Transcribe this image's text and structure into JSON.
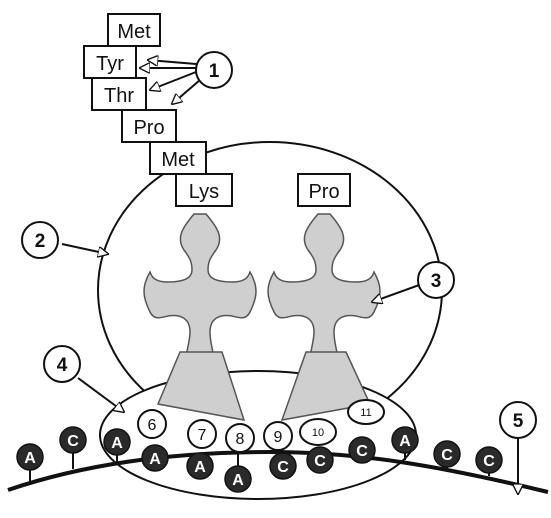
{
  "amino_acids": {
    "chain": [
      "Met",
      "Tyr",
      "Thr",
      "Pro",
      "Met",
      "Lys"
    ],
    "trna_right": "Pro"
  },
  "callouts": [
    "1",
    "2",
    "3",
    "4",
    "5"
  ],
  "codon_numbers": [
    "6",
    "7",
    "8",
    "9",
    "10",
    "11"
  ],
  "mrna_bases": [
    "A",
    "C",
    "A",
    "A",
    "A",
    "A",
    "C",
    "C",
    "C",
    "A",
    "C",
    "C"
  ],
  "colors": {
    "stroke": "#111111",
    "trna_fill": "#cfcfcf",
    "base_fill": "#2a2a2a",
    "base_text": "#ffffff"
  }
}
